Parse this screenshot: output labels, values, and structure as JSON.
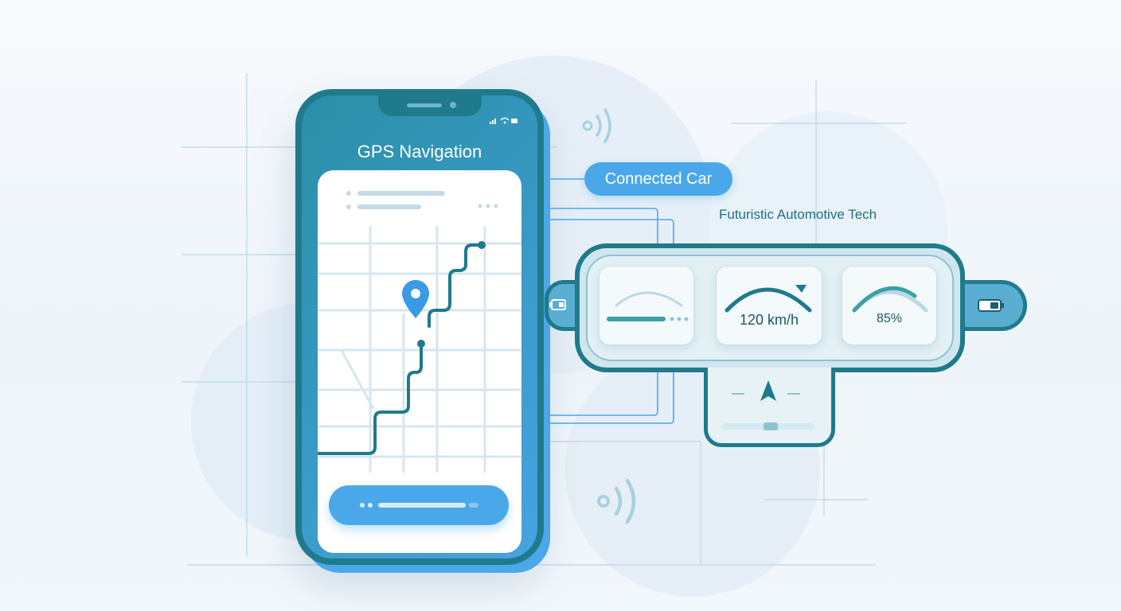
{
  "phone": {
    "title": "GPS Navigation"
  },
  "badge": {
    "label": "Connected Car"
  },
  "subtitle": "Futuristic Automotive Tech",
  "dashboard": {
    "speed_label": "120 km/h",
    "battery_label": "85%",
    "battery_level": 0.85
  },
  "colors": {
    "primary": "#1f7a8c",
    "accent": "#4aa8ea",
    "background": "#f2f7fb"
  },
  "icons": [
    "wifi-icon",
    "signal-icon",
    "battery-icon",
    "location-pin-icon",
    "navigation-arrow-icon",
    "wireless-signal-icon"
  ]
}
